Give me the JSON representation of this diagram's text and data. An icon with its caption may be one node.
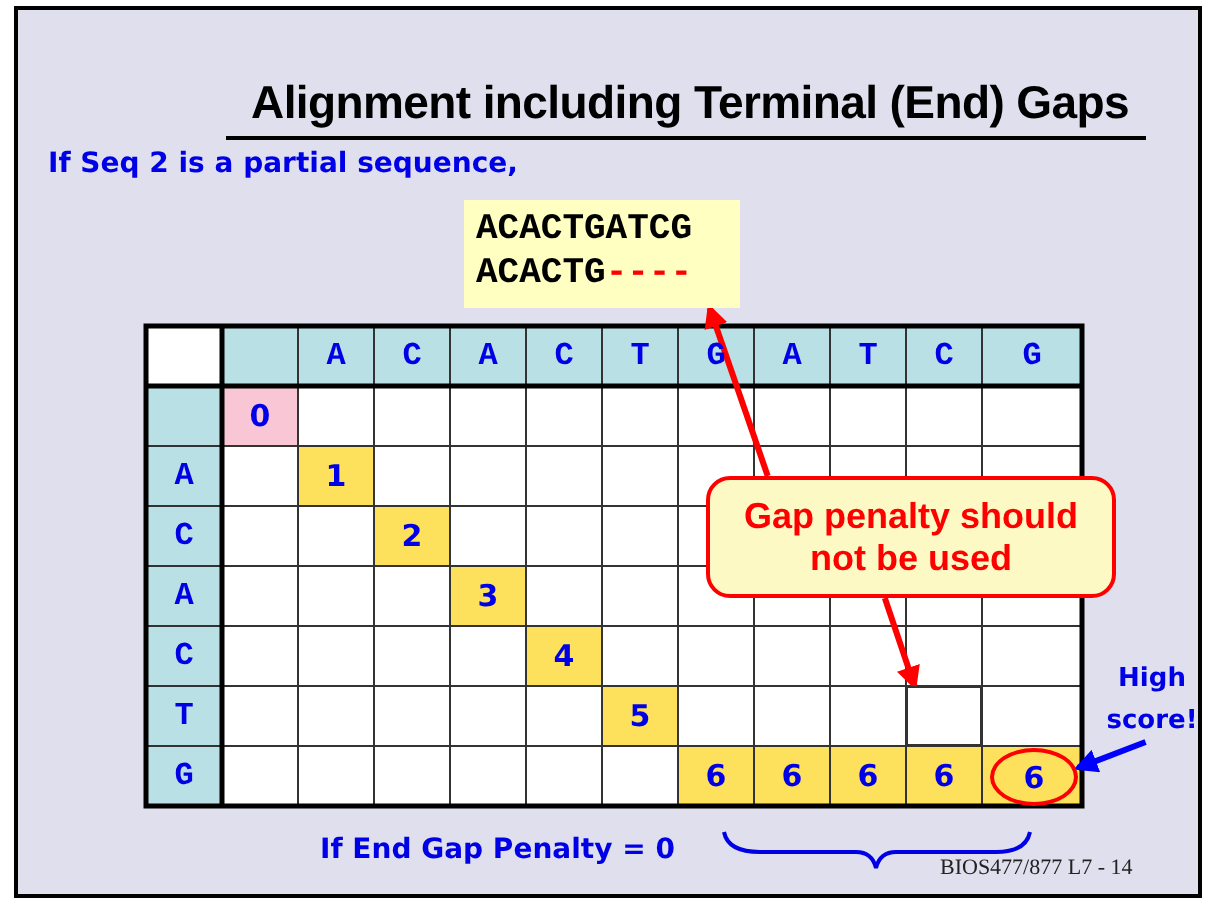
{
  "diagram": {
    "title": "Alignment including Terminal (End) Gaps",
    "nodes": [
      {
        "text": [
          "ACACTGATCG",
          "ACACTG----"
        ]
      },
      {
        "text": [
          "Gap penalty should not be used"
        ]
      },
      {
        "text": [],
        "shape": "box"
      },
      {
        "text": [
          "6"
        ]
      },
      {
        "text": [
          "High score!"
        ]
      }
    ],
    "edges": [
      {
        "from": 1,
        "to": 0,
        "arrow": "to"
      },
      {
        "from": 1,
        "to": 2,
        "arrow": "to"
      },
      {
        "from": 4,
        "to": 3,
        "arrow": "to",
        "color": "#0000ff"
      }
    ],
    "labels": [
      "If Seq 2 is a partial sequence,",
      "A",
      "C",
      "A",
      "C",
      "T",
      "G",
      "A",
      "T",
      "C",
      "G",
      "0",
      "A",
      "1",
      "C",
      "2",
      "A",
      "3",
      "C",
      "4",
      "T",
      "5",
      "G",
      "6",
      "6",
      "6",
      "6",
      "If End Gap Penalty = 0",
      "BIOS477/877 L7 - 14"
    ]
  }
}
